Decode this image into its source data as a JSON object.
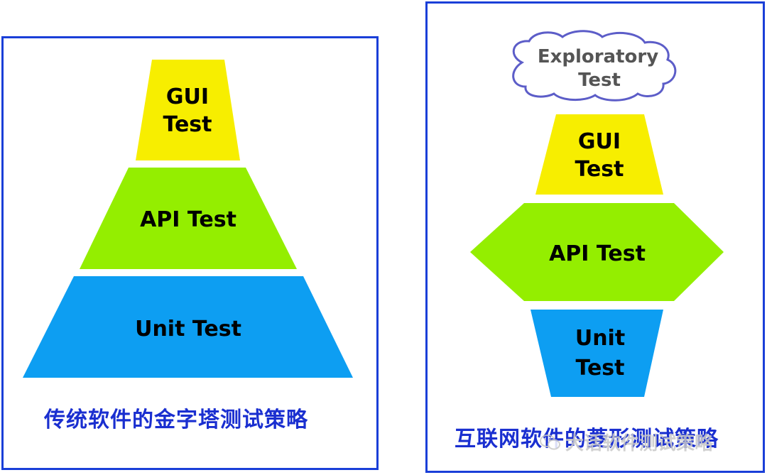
{
  "left_panel": {
    "levels": [
      {
        "label_lines": [
          "GUI",
          "Test"
        ],
        "color": "#f7ee00"
      },
      {
        "label_lines": [
          "API Test"
        ],
        "color": "#94ee00"
      },
      {
        "label_lines": [
          "Unit Test"
        ],
        "color": "#0d9ef2"
      }
    ],
    "caption": "传统软件的金字塔测试策略"
  },
  "right_panel": {
    "cloud": {
      "label_lines": [
        "Exploratory",
        "Test"
      ],
      "fill": "#ffffff",
      "stroke": "#5c5dc8"
    },
    "levels": [
      {
        "label_lines": [
          "GUI",
          "Test"
        ],
        "color": "#f7ee00"
      },
      {
        "label_lines": [
          "API Test"
        ],
        "color": "#94ee00"
      },
      {
        "label_lines": [
          "Unit",
          "Test"
        ],
        "color": "#0d9ef2"
      }
    ],
    "caption": "互联网软件的菱形测试策略"
  },
  "watermark": {
    "text": "大话软件测试策略",
    "icon": "wechat-icon"
  },
  "colors": {
    "border": "#1a3fd8",
    "caption": "#1a2fd0"
  }
}
